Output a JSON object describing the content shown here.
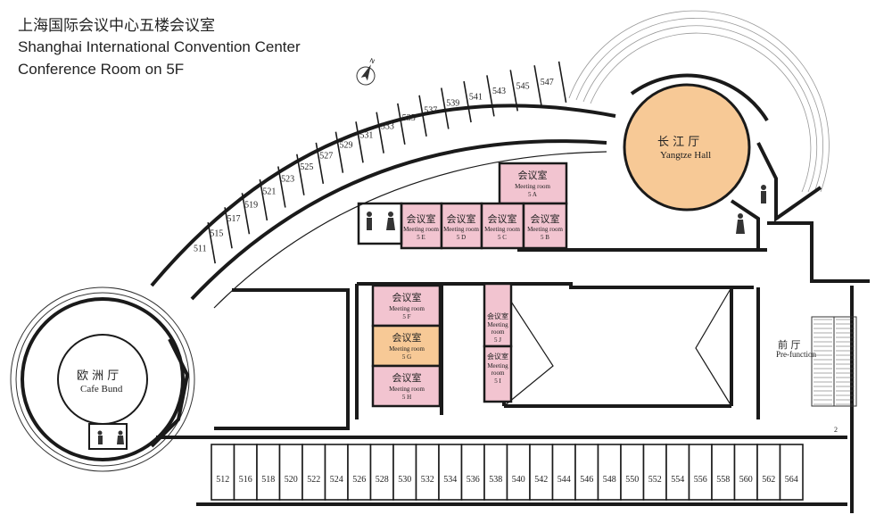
{
  "header": {
    "title_cn": "上海国际会议中心五楼会议室",
    "title_en": "Shanghai International Convention Center",
    "subtitle": "Conference Room on 5F"
  },
  "compass": {
    "label": "N"
  },
  "colors": {
    "meeting_room": "#f2c4d0",
    "highlight_room": "#f7c996",
    "hall": "#f7c996",
    "wall": "#1a1a1a"
  },
  "meeting_rooms": [
    {
      "id": "5A",
      "cn": "会议室",
      "en": "Meeting room",
      "code": "5 A",
      "highlight": false
    },
    {
      "id": "5E",
      "cn": "会议室",
      "en": "Meeting room",
      "code": "5 E",
      "highlight": false
    },
    {
      "id": "5D",
      "cn": "会议室",
      "en": "Meeting room",
      "code": "5 D",
      "highlight": false
    },
    {
      "id": "5C",
      "cn": "会议室",
      "en": "Meeting room",
      "code": "5 C",
      "highlight": false
    },
    {
      "id": "5B",
      "cn": "会议室",
      "en": "Meeting room",
      "code": "5 B",
      "highlight": false
    },
    {
      "id": "5F",
      "cn": "会议室",
      "en": "Meeting room",
      "code": "5 F",
      "highlight": false
    },
    {
      "id": "5G",
      "cn": "会议室",
      "en": "Meeting room",
      "code": "5 G",
      "highlight": true
    },
    {
      "id": "5H",
      "cn": "会议室",
      "en": "Meeting room",
      "code": "5 H",
      "highlight": false
    },
    {
      "id": "5J",
      "cn": "会议室",
      "en1": "Meeting",
      "en2": "room",
      "code": "5 J",
      "highlight": false
    },
    {
      "id": "5I",
      "cn": "会议室",
      "en1": "Meeting",
      "en2": "room",
      "code": "5 I",
      "highlight": false
    }
  ],
  "halls": {
    "yangtze": {
      "cn": "长 江 厅",
      "en": "Yangtze  Hall"
    },
    "cafe": {
      "cn": "欧 洲 厅",
      "en": "Cafe Bund"
    },
    "prefunction": {
      "cn": "前 厅",
      "en": "Pre-function"
    }
  },
  "arc_rooms": [
    "511",
    "515",
    "517",
    "519",
    "521",
    "523",
    "525",
    "527",
    "529",
    "531",
    "533",
    "535",
    "537",
    "539",
    "541",
    "543",
    "545",
    "547"
  ],
  "bottom_rooms": [
    "512",
    "516",
    "518",
    "520",
    "522",
    "524",
    "526",
    "528",
    "530",
    "532",
    "534",
    "536",
    "538",
    "540",
    "542",
    "544",
    "546",
    "548",
    "550",
    "552",
    "554",
    "556",
    "558",
    "560",
    "562",
    "564"
  ],
  "misc": {
    "stair_mark": "2"
  }
}
